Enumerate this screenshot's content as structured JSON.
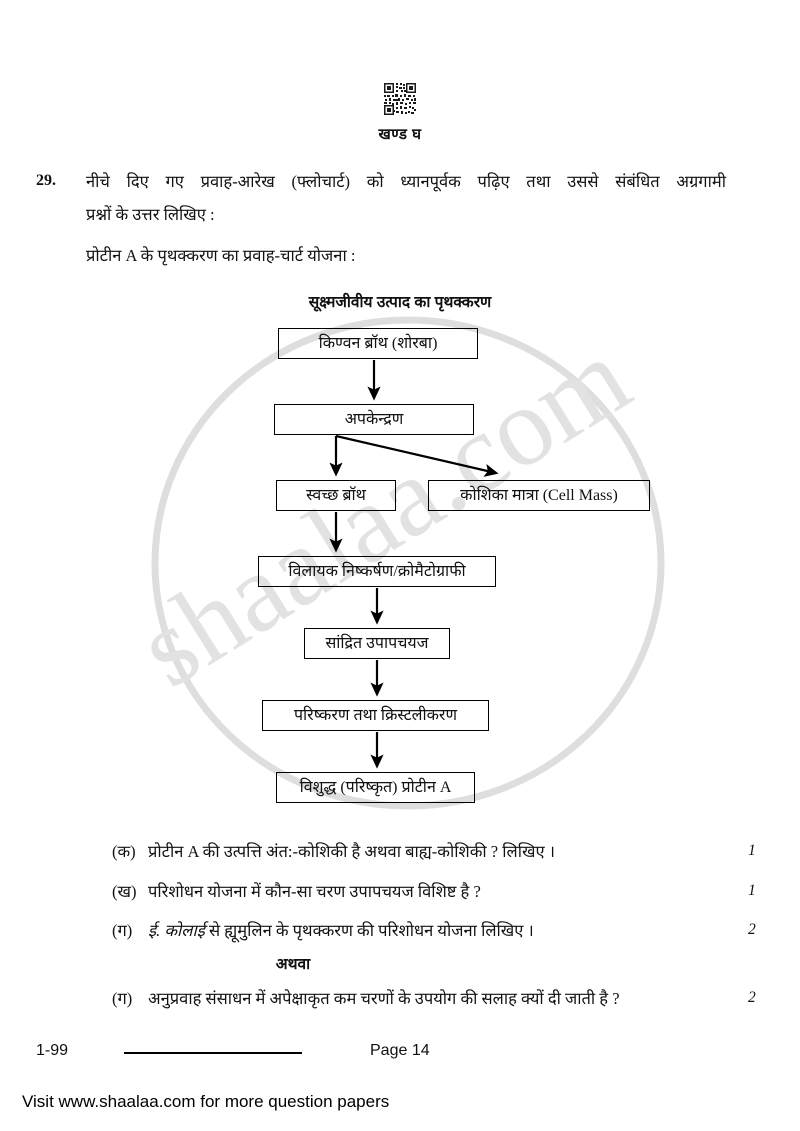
{
  "header": {
    "qr_icon": "qr-code-icon",
    "section_heading": "खण्ड घ"
  },
  "question": {
    "number": "29.",
    "stem_line1": "नीचे दिए गए प्रवाह-आरेख (फ्लोचार्ट) को ध्यानपूर्वक पढ़िए तथा उससे संबंधित अग्रगामी",
    "stem_line2": "प्रश्नों के उत्तर लिखिए :",
    "subtitle": "प्रोटीन A के पृथक्करण का प्रवाह-चार्ट योजना :"
  },
  "flowchart": {
    "title": "सूक्ष्मजीवीय उत्पाद का पृथक्करण",
    "boxes": [
      {
        "id": "fermentation-broth",
        "label": "किण्वन ब्रॉथ (शोरबा)"
      },
      {
        "id": "centrifugation",
        "label": "अपकेन्द्रण"
      },
      {
        "id": "clear-broth",
        "label": "स्वच्छ ब्रॉथ"
      },
      {
        "id": "cell-mass",
        "label": "कोशिका मात्रा (Cell Mass)"
      },
      {
        "id": "solvent-extraction",
        "label": "विलायक निष्कर्षण/क्रोमैटोग्राफी"
      },
      {
        "id": "concentrated-metabolite",
        "label": "सांद्रित उपापचयज"
      },
      {
        "id": "refining-crystallization",
        "label": "परिष्करण तथा क्रिस्टलीकरण"
      },
      {
        "id": "pure-protein-a",
        "label": "विशुद्ध (परिष्कृत) प्रोटीन A"
      }
    ]
  },
  "sub_questions": [
    {
      "label": "(क)",
      "text": "प्रोटीन A की उत्पत्ति अंत:-कोशिकी है अथवा बाह्य-कोशिकी ? लिखिए ।",
      "marks": "1"
    },
    {
      "label": "(ख)",
      "text": "परिशोधन योजना में कौन-सा चरण उपापचयज विशिष्ट है ?",
      "marks": "1"
    },
    {
      "label": "(ग)",
      "text_italic": "ई. कोलाई",
      "text": " से ह्यूमुलिन के पृथक्करण की परिशोधन योजना लिखिए ।",
      "marks": "2"
    },
    {
      "label": "(ग)",
      "text": "अनुप्रवाह संसाधन में अपेक्षाकृत कम चरणों के उपयोग की सलाह क्यों दी जाती है ?",
      "marks": "2"
    }
  ],
  "or_separator": "अथवा",
  "footer": {
    "paper_code": "1-99",
    "page_label": "Page 14",
    "visit_note": "Visit www.shaalaa.com for more question papers"
  },
  "watermark": {
    "text": "shaalaa.com",
    "color": "#dcdcdc"
  }
}
